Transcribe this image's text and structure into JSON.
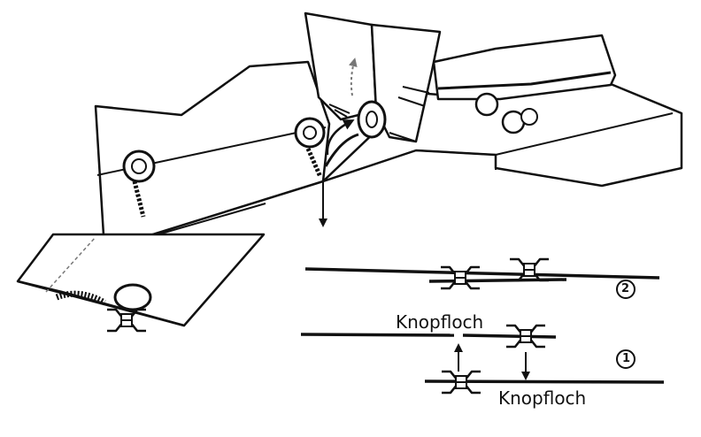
{
  "labels": {
    "top": "Knopfloch",
    "bottom": "Knopfloch"
  },
  "steps": {
    "one": "1",
    "two": "2"
  },
  "colors": {
    "ink": "#111111",
    "paper": "#ffffff",
    "dashed": "#777777"
  }
}
